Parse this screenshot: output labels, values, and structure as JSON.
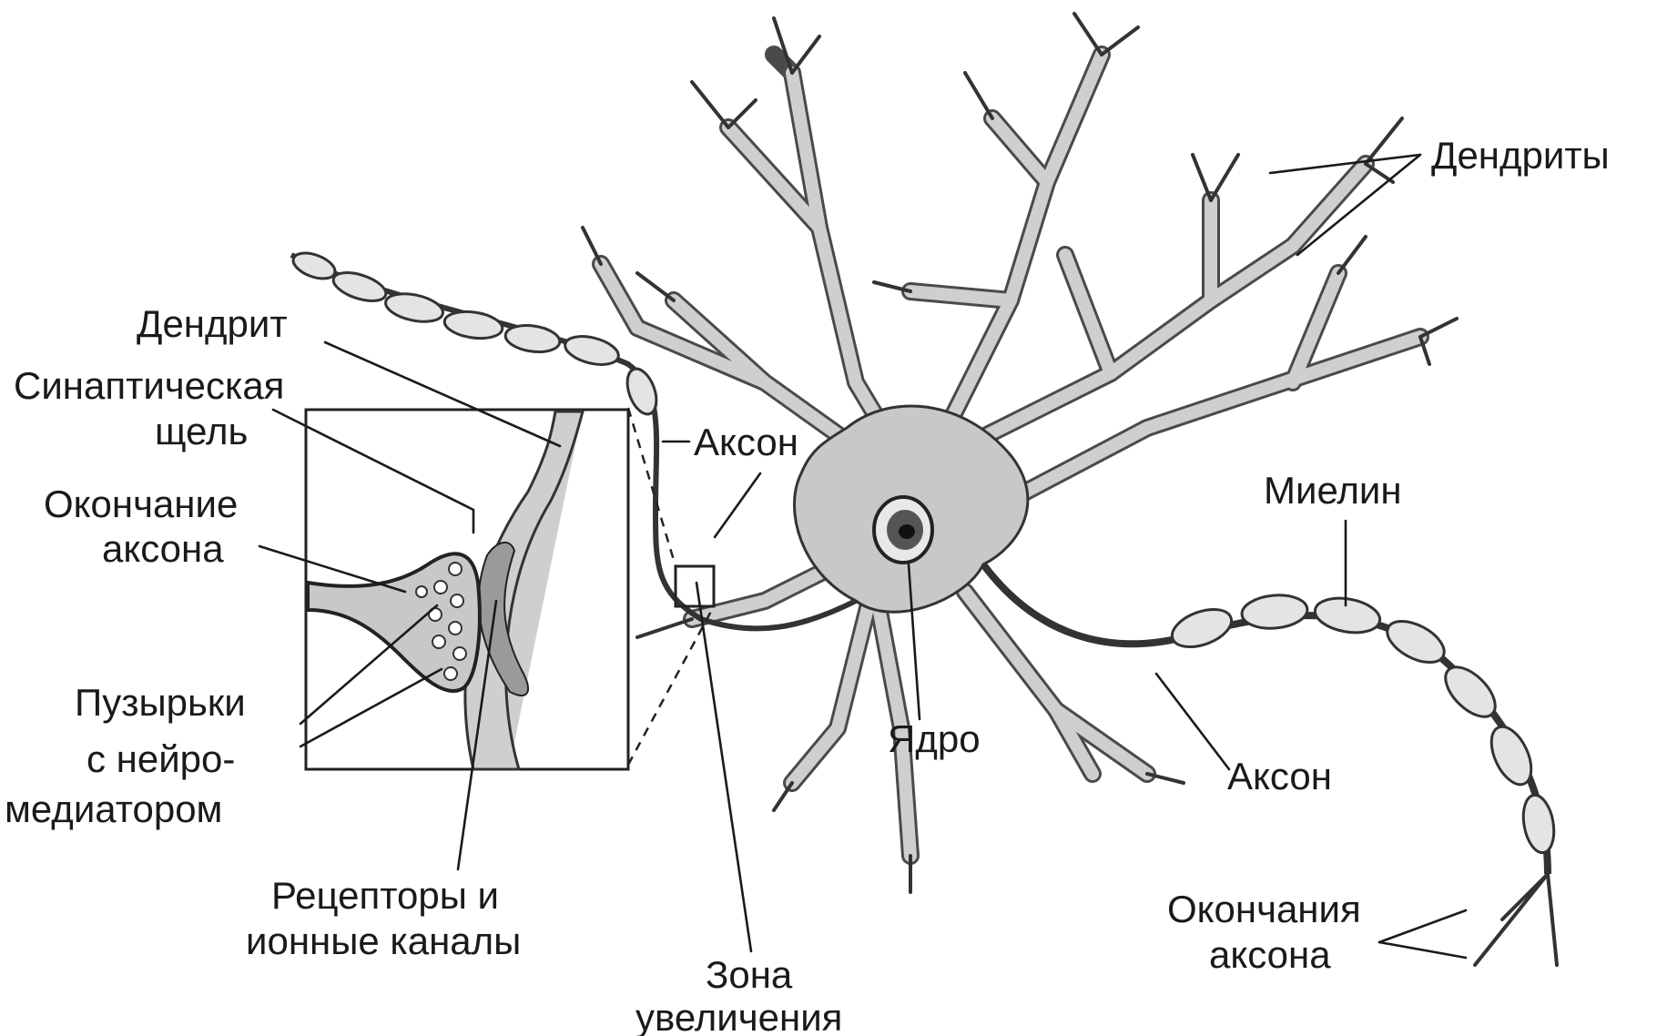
{
  "labels": {
    "dendrites": "Дендриты",
    "dendrite": "Дендрит",
    "synaptic_cleft_1": "Синаптическая",
    "synaptic_cleft_2": "щель",
    "axon_ending_1": "Окончание",
    "axon_ending_2": "аксона",
    "vesicles_1": "Пузырьки",
    "vesicles_2": "с нейро-",
    "vesicles_3": "медиатором",
    "receptors_1": "Рецепторы и",
    "receptors_2": "ионные каналы",
    "axon_top": "Аксон",
    "zoom_1": "Зона",
    "zoom_2": "увеличения",
    "nucleus": "Ядро",
    "myelin": "Миелин",
    "axon_right": "Аксон",
    "axon_endings_1": "Окончания",
    "axon_endings_2": "аксона"
  },
  "colors": {
    "cell_fill": "#c8c8c8",
    "outline": "#333333",
    "nucleus": "#111111"
  }
}
